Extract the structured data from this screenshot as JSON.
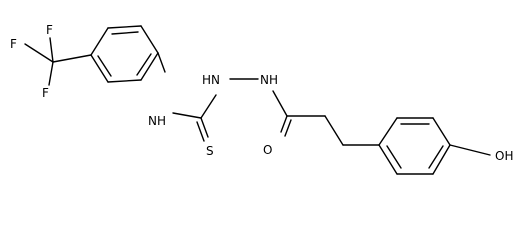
{
  "atoms": {
    "f1": "F",
    "f2": "F",
    "f3": "F",
    "nh_aryl": "NH",
    "hn_left": "HN",
    "nh_right": "NH",
    "s": "S",
    "o": "O",
    "oh": "OH"
  }
}
